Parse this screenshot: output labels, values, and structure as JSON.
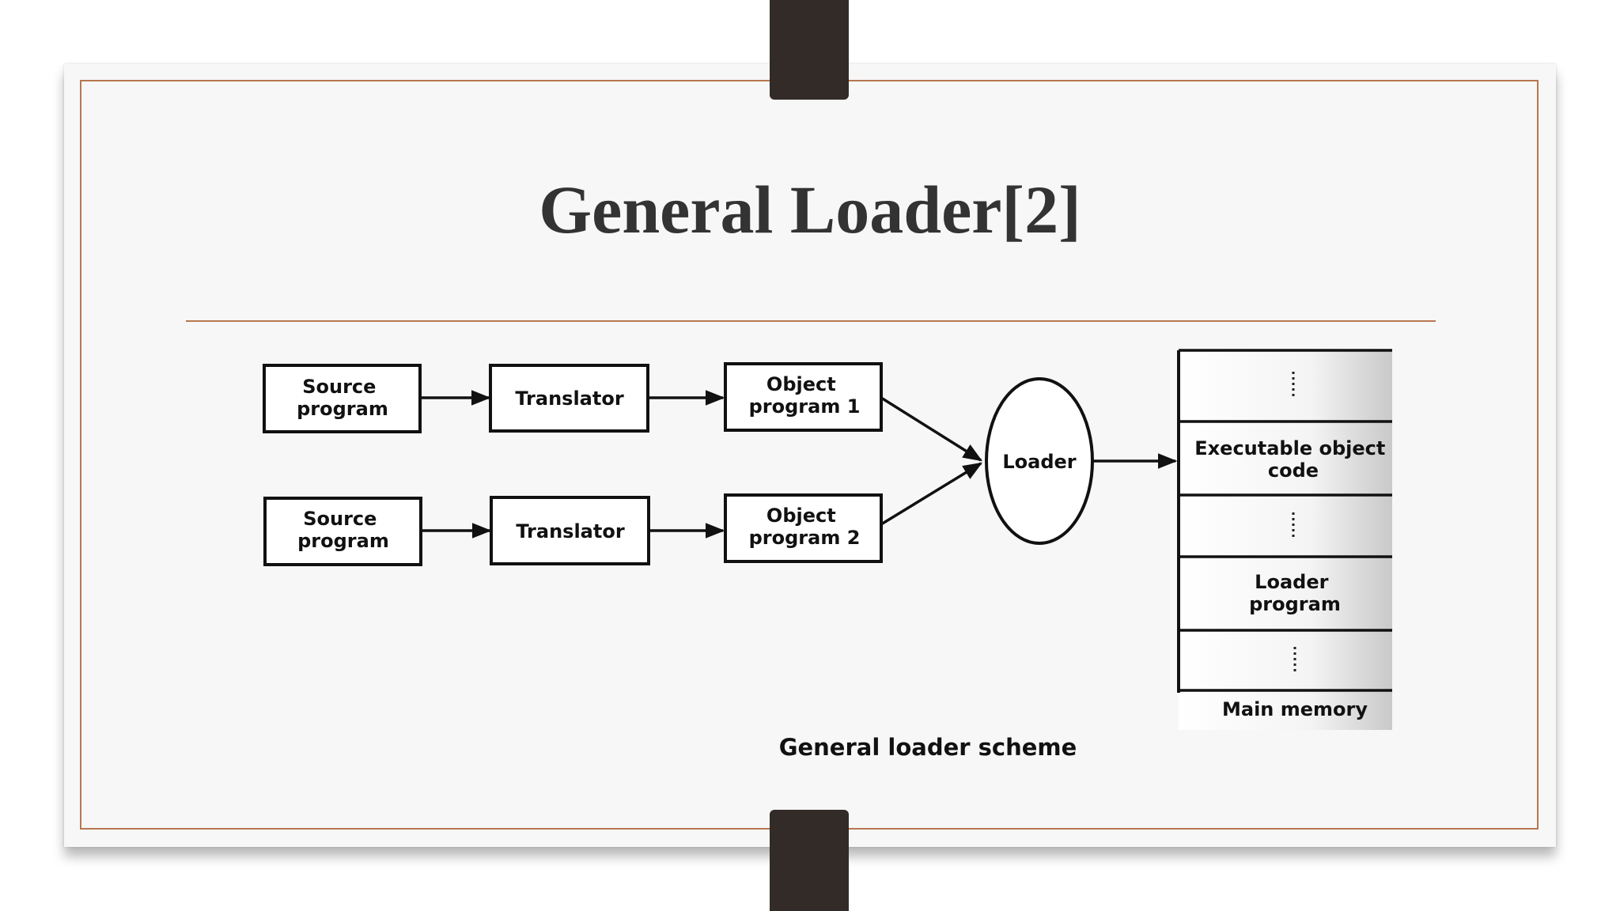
{
  "slide": {
    "title": "General Loader[2]"
  },
  "diagram": {
    "rows": [
      {
        "source": [
          "Source",
          "program"
        ],
        "translator": "Translator",
        "object": [
          "Object",
          "program 1"
        ]
      },
      {
        "source": [
          "Source",
          "program"
        ],
        "translator": "Translator",
        "object": [
          "Object",
          "program 2"
        ]
      }
    ],
    "loader": "Loader",
    "memory": {
      "blocks": [
        {
          "kind": "dots"
        },
        {
          "kind": "text",
          "lines": [
            "Executable object",
            "code"
          ]
        },
        {
          "kind": "dots"
        },
        {
          "kind": "text",
          "lines": [
            "Loader",
            "program"
          ]
        },
        {
          "kind": "dots"
        }
      ],
      "caption": "Main memory"
    },
    "caption": "General loader scheme"
  },
  "colors": {
    "accent": "#b8774f",
    "post": "#332b27",
    "title": "#333333"
  }
}
